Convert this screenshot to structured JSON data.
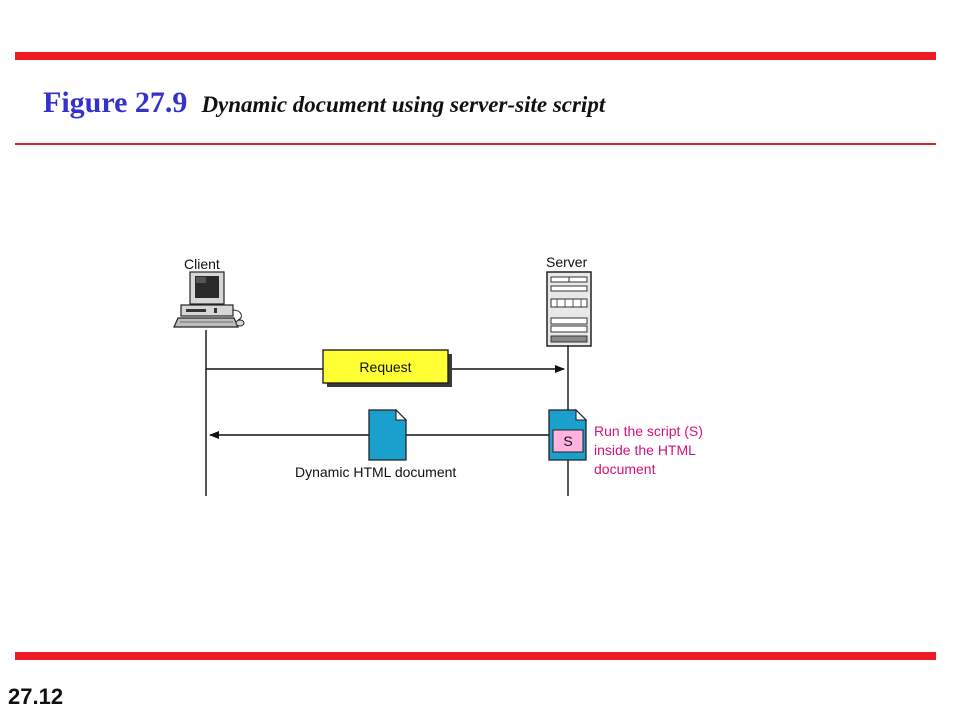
{
  "header": {
    "figure_number": "Figure 27.9",
    "figure_caption": "Dynamic document using server-site script"
  },
  "diagram": {
    "client_label": "Client",
    "server_label": "Server",
    "request_label": "Request",
    "response_label": "Dynamic HTML document",
    "script_tag": "S",
    "server_note_lines": [
      "Run the script (S)",
      "inside the HTML",
      "document"
    ]
  },
  "footer": {
    "slide_number": "27.12"
  },
  "colors": {
    "accent_red": "#ee1c25",
    "title_blue": "#3333cc",
    "request_yellow": "#ffff33",
    "document_blue": "#1aa0cc",
    "script_pink": "#ffb3dd",
    "note_magenta": "#d4127a"
  }
}
